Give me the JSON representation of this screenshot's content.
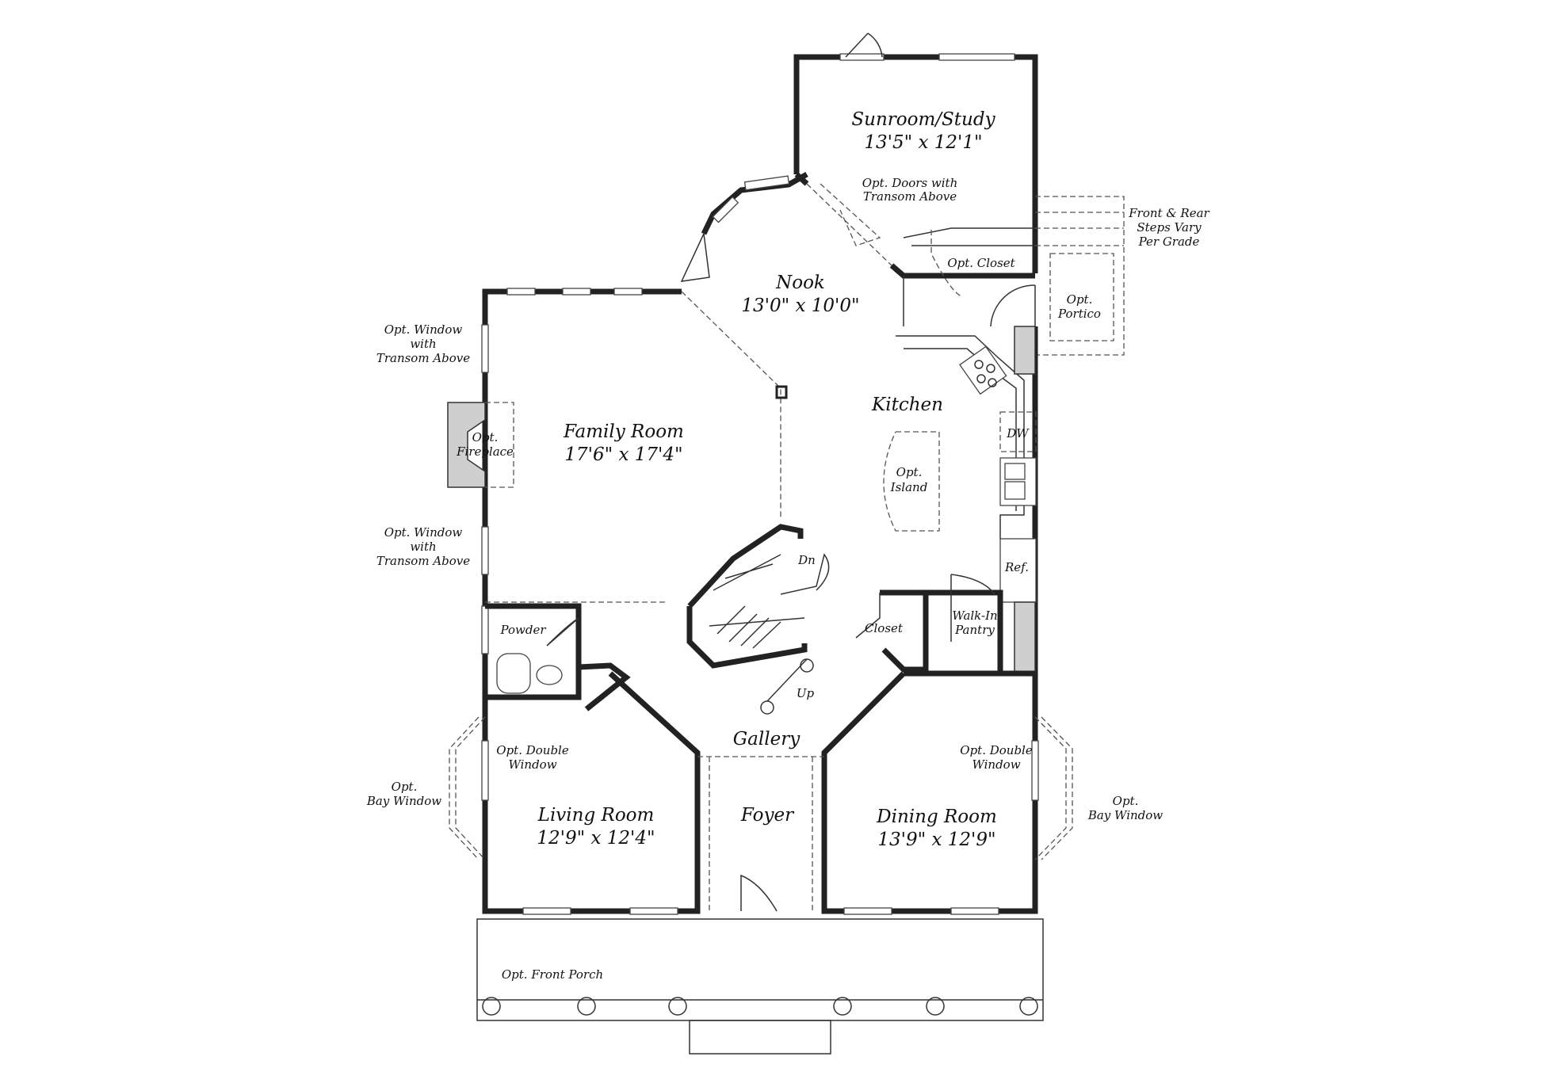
{
  "rooms": {
    "sunroom": {
      "name": "Sunroom/Study",
      "dim": "13'5\" x 12'1\""
    },
    "nook": {
      "name": "Nook",
      "dim": "13'0\" x 10'0\""
    },
    "family": {
      "name": "Family Room",
      "dim": "17'6\" x 17'4\""
    },
    "kitchen": {
      "name": "Kitchen"
    },
    "living": {
      "name": "Living Room",
      "dim": "12'9\" x 12'4\""
    },
    "dining": {
      "name": "Dining Room",
      "dim": "13'9\" x 12'9\""
    },
    "foyer": {
      "name": "Foyer"
    },
    "gallery": {
      "name": "Gallery"
    }
  },
  "labels": {
    "opt_doors": [
      "Opt. Doors with",
      "Transom Above"
    ],
    "steps": [
      "Front & Rear",
      "Steps Vary",
      "Per Grade"
    ],
    "opt_closet": "Opt. Closet",
    "portico": [
      "Opt.",
      "Portico"
    ],
    "window_transom_top": [
      "Opt. Window",
      "with",
      "Transom Above"
    ],
    "window_transom_bottom": [
      "Opt. Window",
      "with",
      "Transom Above"
    ],
    "fireplace": [
      "Opt.",
      "Fireplace"
    ],
    "dw": "DW",
    "island": [
      "Opt.",
      "Island"
    ],
    "ref": "Ref.",
    "dn": "Dn",
    "up": "Up",
    "powder": "Powder",
    "closet": "Closet",
    "pantry": [
      "Walk-In",
      "Pantry"
    ],
    "double_window_left": [
      "Opt. Double",
      "Window"
    ],
    "double_window_right": [
      "Opt. Double",
      "Window"
    ],
    "bay_left": [
      "Opt.",
      "Bay Window"
    ],
    "bay_right": [
      "Opt.",
      "Bay Window"
    ],
    "front_porch": "Opt. Front Porch"
  }
}
